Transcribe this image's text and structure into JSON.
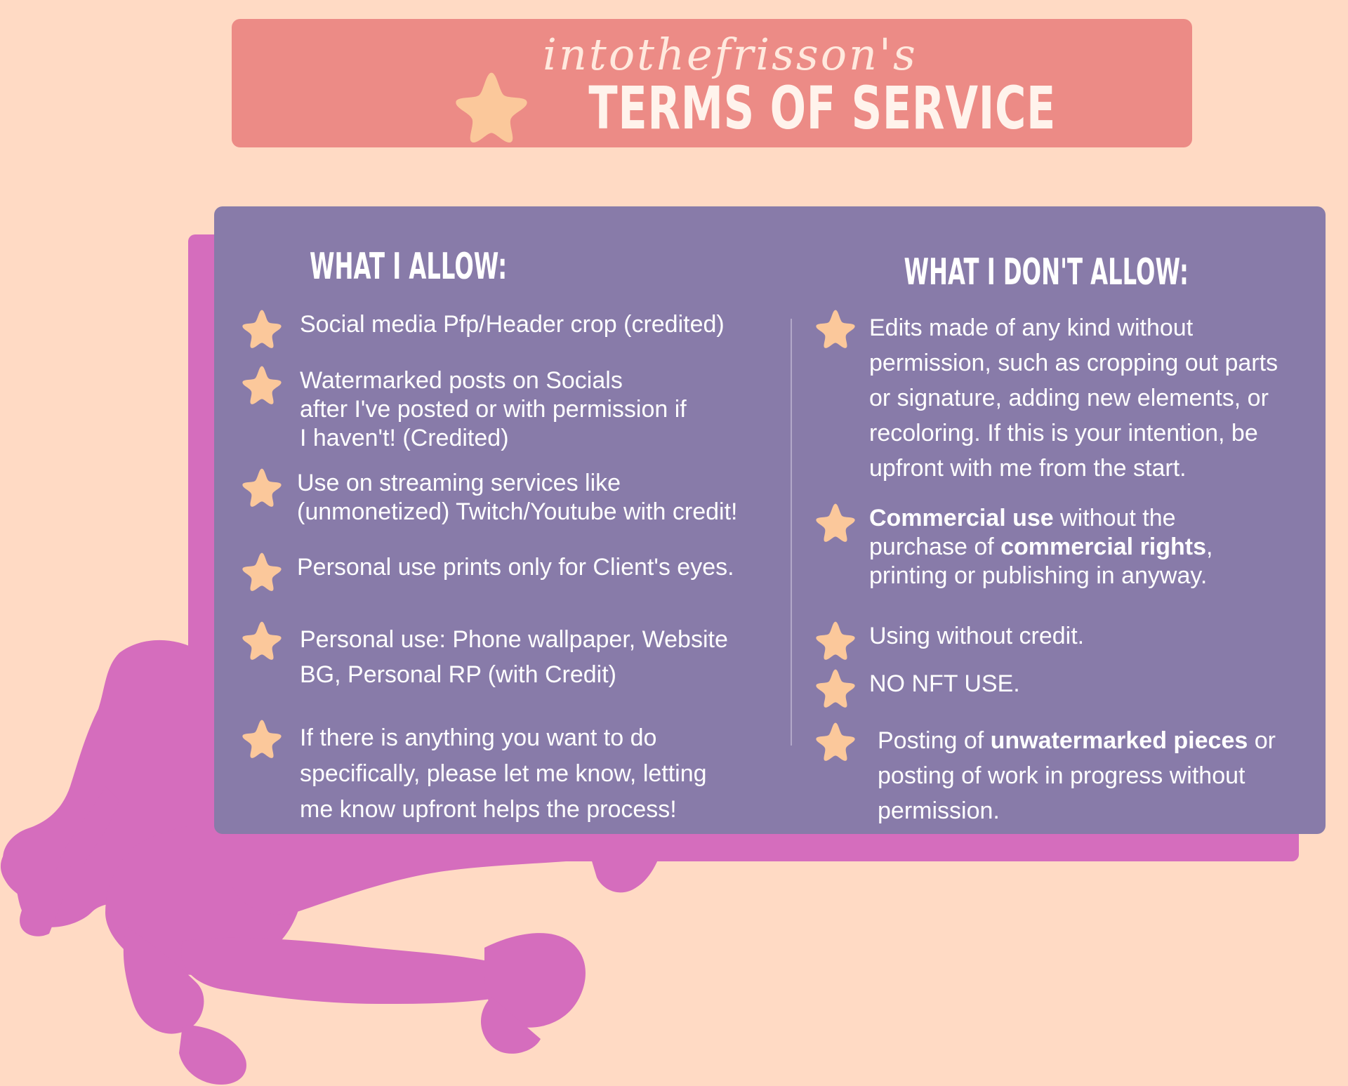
{
  "banner": {
    "subtitle": "intothefrisson's",
    "title": "TERMS OF SERVICE"
  },
  "colors": {
    "background": "#ffdac4",
    "banner": "#ec8b86",
    "card": "#887ba9",
    "card_shadow": "#d56dbd",
    "star": "#fbc89b",
    "text": "#ffffff"
  },
  "allow": {
    "heading": "WHAT I ALLOW:",
    "items": [
      {
        "lines": [
          "Social media Pfp/Header crop (credited)"
        ]
      },
      {
        "lines": [
          "Watermarked posts on Socials",
          "after I've posted or with permission if",
          "I haven't! (Credited)"
        ]
      },
      {
        "lines": [
          "Use on streaming services like",
          "(unmonetized) Twitch/Youtube with credit!"
        ]
      },
      {
        "lines": [
          "Personal use prints only for Client's eyes."
        ]
      },
      {
        "lines": [
          "Personal use: Phone wallpaper, Website",
          "BG, Personal RP (with Credit)"
        ]
      },
      {
        "lines": [
          "If there is anything you want to do",
          "specifically, please let me know, letting",
          "me know upfront helps the process!"
        ]
      }
    ]
  },
  "disallow": {
    "heading": "WHAT I DON'T ALLOW:",
    "items": [
      {
        "lines": [
          "Edits made of any kind without",
          "permission, such as cropping out parts",
          "or signature, adding new elements, or",
          "recoloring. If this is your intention, be",
          "upfront with me from the start."
        ]
      },
      {
        "line1_bold": "Commercial use",
        "line1_rest": " without the",
        "line2_pre": "purchase of ",
        "line2_bold": "commercial rights",
        "line2_post": ",",
        "line3": "printing or publishing in anyway."
      },
      {
        "lines": [
          "Using without credit."
        ]
      },
      {
        "lines": [
          "NO NFT USE."
        ]
      },
      {
        "line1_pre": "Posting of ",
        "line1_bold": "unwatermarked pieces",
        "line1_post": " or",
        "line2": "posting of work in progress without",
        "line3": "permission."
      }
    ]
  }
}
